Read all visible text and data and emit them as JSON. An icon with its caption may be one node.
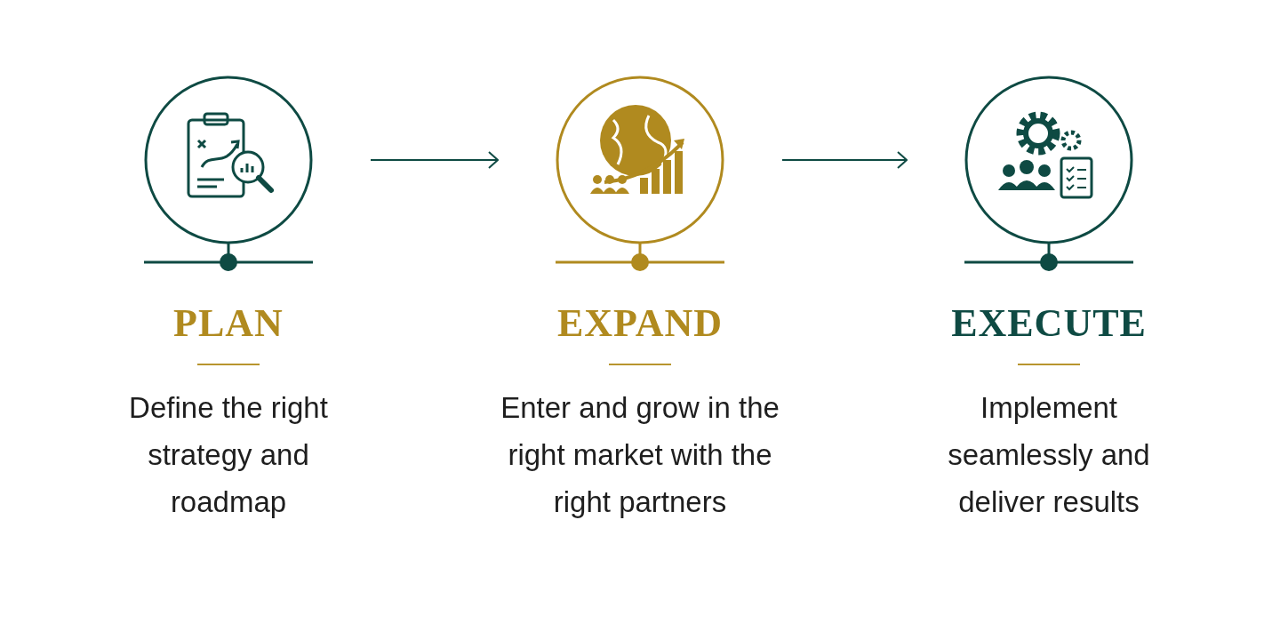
{
  "diagram": {
    "nodes": [
      {
        "text": [
          "PLAN",
          "Define the right strategy and roadmap"
        ]
      },
      {
        "text": [
          "EXPAND",
          "Enter and grow in the right market with the right partners"
        ]
      },
      {
        "text": [
          "EXECUTE",
          "Implement seamlessly and deliver results"
        ]
      }
    ],
    "edges": [
      {
        "from": 0,
        "to": 1,
        "arrow": "to"
      },
      {
        "from": 1,
        "to": 2,
        "arrow": "to"
      }
    ]
  }
}
